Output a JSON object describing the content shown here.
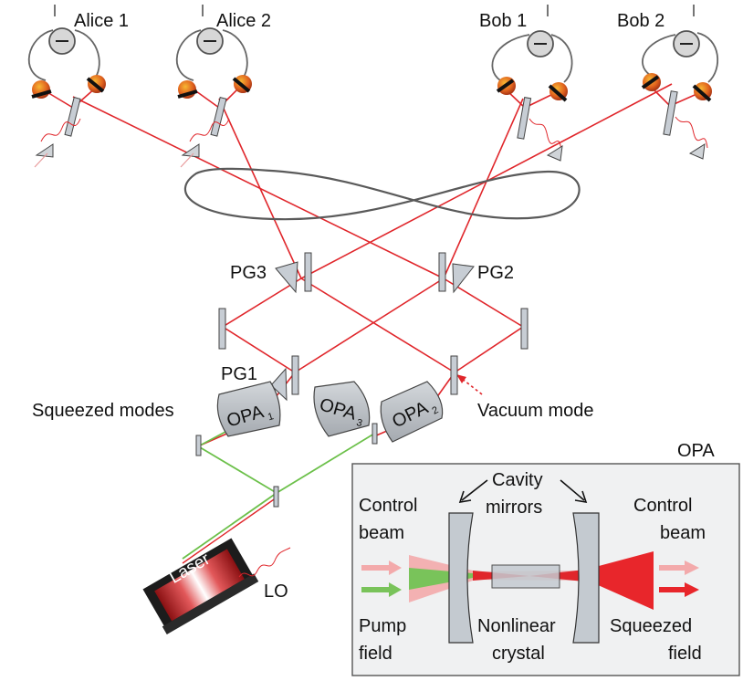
{
  "receivers": {
    "alice1": "Alice 1",
    "alice2": "Alice 2",
    "bob1": "Bob 1",
    "bob2": "Bob 2"
  },
  "phase_gates": {
    "pg1": "PG1",
    "pg2": "PG2",
    "pg3": "PG3"
  },
  "opas": {
    "prefix": "OPA",
    "opa1_sub": "1",
    "opa2_sub": "2",
    "opa3_sub": "3"
  },
  "modes": {
    "squeezed": "Squeezed modes",
    "vacuum": "Vacuum mode"
  },
  "source": {
    "laser": "Laser",
    "lo": "LO"
  },
  "inset": {
    "title": "OPA",
    "cavity_line1": "Cavity",
    "cavity_line2": "mirrors",
    "control_left_1": "Control",
    "control_left_2": "beam",
    "control_right_1": "Control",
    "control_right_2": "beam",
    "pump_1": "Pump",
    "pump_2": "field",
    "crystal_1": "Nonlinear",
    "crystal_2": "crystal",
    "squeezed_1": "Squeezed",
    "squeezed_2": "field"
  },
  "colors": {
    "red_beam": "#e0262b",
    "green_beam": "#6cc04a",
    "panel_bg": "#f0f1f2",
    "optic": "#c5ccd3",
    "opa_body": "#b9bec4",
    "detector": "#d2551e"
  }
}
